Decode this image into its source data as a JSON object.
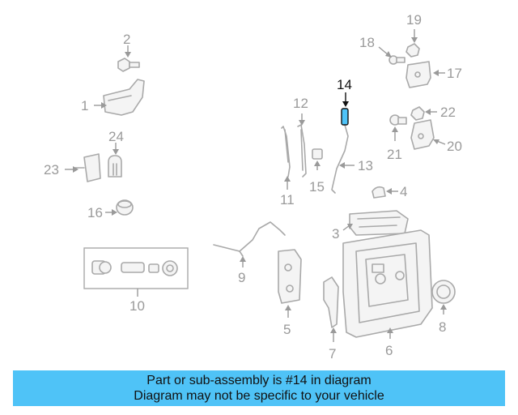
{
  "diagram": {
    "labels": [
      "1",
      "2",
      "3",
      "4",
      "5",
      "6",
      "7",
      "8",
      "9",
      "10",
      "11",
      "12",
      "13",
      "14",
      "15",
      "16",
      "17",
      "18",
      "19",
      "20",
      "21",
      "22",
      "23",
      "24"
    ],
    "highlighted_part": "14"
  },
  "colors": {
    "banner_bg": "#4fc3f7",
    "highlight_fill": "#4fc3f7",
    "part_stroke": "#a9a9a9"
  },
  "banner": {
    "line1": "Part or sub-assembly is #14 in diagram",
    "line2": "Diagram may not be specific to your vehicle"
  }
}
